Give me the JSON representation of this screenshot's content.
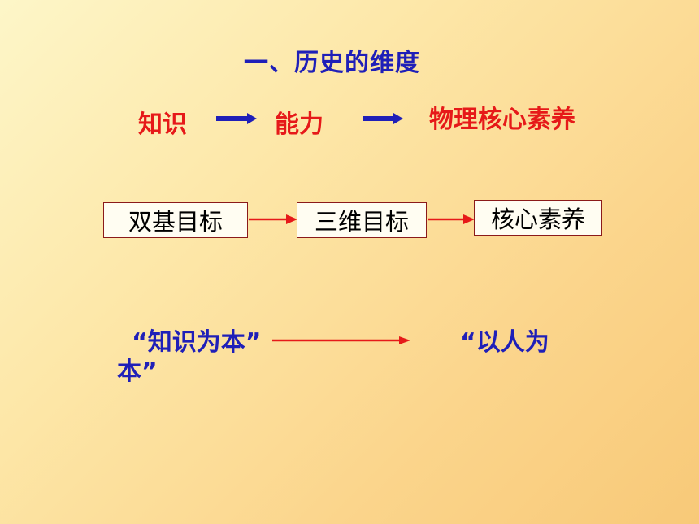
{
  "slide": {
    "title": "一、历史的维度",
    "flow_top": {
      "items": [
        "知识",
        "能力",
        "物理核心素养"
      ]
    },
    "flow_boxes": {
      "items": [
        "双基目标",
        "三维目标",
        "核心素养"
      ]
    },
    "quotes": {
      "left_line1": "“知识为本”",
      "right_line1": "“以人为",
      "left_line2": "本”"
    }
  },
  "colors": {
    "title_blue": "#1f1fb8",
    "accent_red": "#e61919",
    "box_border": "#8b1a1a"
  }
}
